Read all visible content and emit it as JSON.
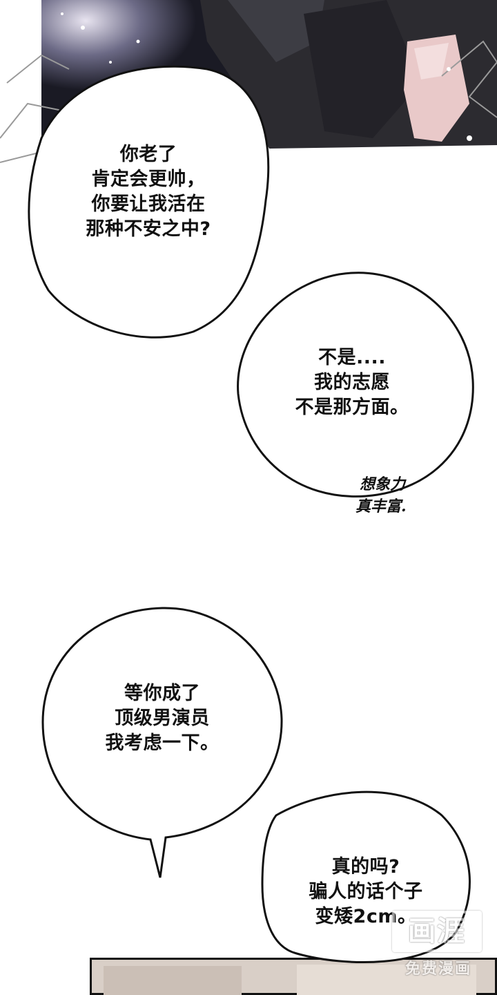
{
  "bubbles": [
    {
      "lines": [
        "你老了",
        "肯定会更帅，",
        "你要让我活在",
        "那种不安之中?"
      ]
    },
    {
      "lines": [
        "不是....",
        "我的志愿",
        "不是那方面。"
      ]
    },
    {
      "lines": [
        "等你成了",
        "顶级男演员",
        "我考虑一下。"
      ]
    },
    {
      "lines": [
        "真的吗?",
        "骗人的话个子",
        "变矮2cm。"
      ]
    }
  ],
  "handwritten_note": {
    "lines": [
      "想象力",
      "真丰富."
    ]
  },
  "watermark": {
    "logo": "画涯",
    "subtitle": "免费漫画"
  },
  "colors": {
    "ink": "#111111",
    "panel_dark": "#2a2a2e",
    "bg": "#ffffff"
  }
}
